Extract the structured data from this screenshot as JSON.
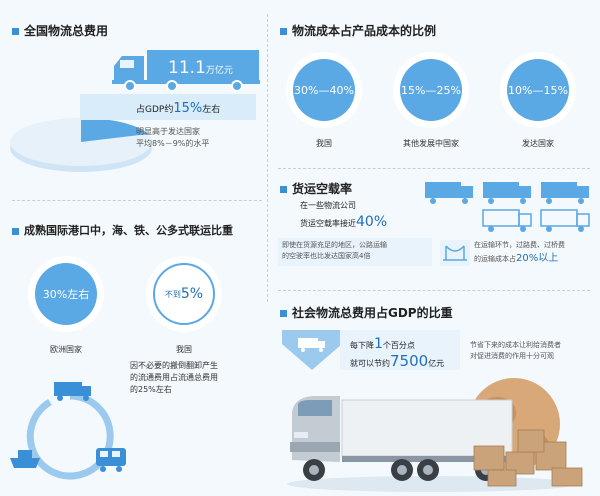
{
  "logistics_total": {
    "title": "全国物流总费用",
    "value": "11.1",
    "unit": "万亿元",
    "gdp_prefix": "占GDP约",
    "gdp_pct": "15%",
    "gdp_suffix": "左右",
    "note_line1": "明显高于发达国家",
    "note_line2": "平均8%－9%的水平"
  },
  "cost_ratio": {
    "title": "物流成本占产品成本的比例",
    "items": [
      {
        "value": "30%—40%",
        "label": "我国"
      },
      {
        "value": "15%—25%",
        "label": "其他发展中国家"
      },
      {
        "value": "10%—15%",
        "label": "发达国家"
      }
    ]
  },
  "empty_rate": {
    "title": "货运空载率",
    "line1": "在一些物流公司",
    "line2_prefix": "货运空载率接近",
    "line2_value": "40%",
    "desc1_line1": "即使在货源充足的地区，公路运输",
    "desc1_line2": "的空驶率也比发达国家高4倍",
    "desc2_line1": "在运输环节，过路费、过桥费",
    "desc2_line2_prefix": "的运输成本占",
    "desc2_line2_value": "20%以上"
  },
  "port": {
    "title": "成熟国际港口中，海、铁、公多式联运比重",
    "eu_value": "30%左右",
    "eu_label": "欧洲国家",
    "cn_prefix": "不到",
    "cn_value": "5%",
    "cn_label": "我国",
    "note_line1": "因不必要的搬倒翻卸产生",
    "note_line2": "的流通费用占流通总费用",
    "note_line3": "的25%左右"
  },
  "gdp_share": {
    "title": "社会物流总费用占GDP的比重",
    "line1_prefix": "每下降",
    "line1_big": "1",
    "line1_suffix": "个百分点",
    "line2_prefix": "就可以节约",
    "line2_big": "7500",
    "line2_suffix": "亿元",
    "note_line1": "节省下来的成本让利给消费者",
    "note_line2": "对促进消费的作用十分可观"
  },
  "colors": {
    "accent": "#3b8fd6",
    "light": "#d9ecfa",
    "circle": "#5aa8e4"
  }
}
